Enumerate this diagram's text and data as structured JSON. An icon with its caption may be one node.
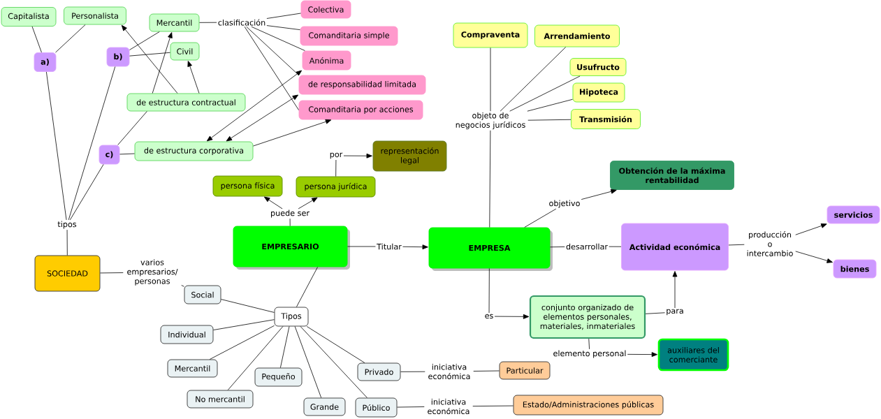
{
  "diagram": {
    "nodes": [
      {
        "text": [
          "Capitalista"
        ]
      },
      {
        "text": [
          "Personalista"
        ]
      },
      {
        "text": [
          "a)"
        ]
      },
      {
        "text": [
          "b)"
        ]
      },
      {
        "text": [
          "Mercantil"
        ]
      },
      {
        "text": [
          "Civil"
        ]
      },
      {
        "text": [
          "de estructura contractual"
        ]
      },
      {
        "text": [
          "c)"
        ]
      },
      {
        "text": [
          "de estructura corporativa"
        ]
      },
      {
        "text": [
          "clasificación"
        ]
      },
      {
        "text": [
          "Colectiva"
        ]
      },
      {
        "text": [
          "Comanditaria simple"
        ]
      },
      {
        "text": [
          "Anónima"
        ]
      },
      {
        "text": [
          "de responsabilidad limitada"
        ]
      },
      {
        "text": [
          "Comanditaria por acciones"
        ]
      },
      {
        "text": [
          "tipos"
        ]
      },
      {
        "text": [
          "SOCIEDAD"
        ]
      },
      {
        "text": [
          "varios empresarios/ personas"
        ]
      },
      {
        "text": [
          "Social"
        ]
      },
      {
        "text": [
          "persona física"
        ]
      },
      {
        "text": [
          "persona jurídica"
        ]
      },
      {
        "text": [
          "puede ser"
        ]
      },
      {
        "text": [
          "por"
        ]
      },
      {
        "text": [
          "representación legal"
        ]
      },
      {
        "text": [
          "EMPRESARIO"
        ]
      },
      {
        "text": [
          "Titular"
        ]
      },
      {
        "text": [
          "EMPRESA"
        ]
      },
      {
        "text": [
          "Compraventa"
        ]
      },
      {
        "text": [
          "Arrendamiento"
        ]
      },
      {
        "text": [
          "Usufructo"
        ]
      },
      {
        "text": [
          "Hipoteca"
        ]
      },
      {
        "text": [
          "Transmisión"
        ]
      },
      {
        "text": [
          "objeto de negocios jurídicos"
        ]
      },
      {
        "text": [
          "Obtención de la máxima rentabilidad"
        ]
      },
      {
        "text": [
          "objetivo"
        ]
      },
      {
        "text": [
          "desarrollar"
        ]
      },
      {
        "text": [
          "Actividad económica"
        ]
      },
      {
        "text": [
          "producción o intercambio"
        ]
      },
      {
        "text": [
          "servicios"
        ]
      },
      {
        "text": [
          "bienes"
        ]
      },
      {
        "text": [
          "es"
        ]
      },
      {
        "text": [
          "conjunto organizado de elementos personales, materiales, inmateriales"
        ]
      },
      {
        "text": [
          "para"
        ]
      },
      {
        "text": [
          "elemento personal"
        ]
      },
      {
        "text": [
          "auxiliares del comerciante"
        ]
      },
      {
        "text": [
          "Tipos"
        ]
      },
      {
        "text": [
          "Individual"
        ]
      },
      {
        "text": [
          "Mercantil"
        ]
      },
      {
        "text": [
          "No mercantil"
        ]
      },
      {
        "text": [
          "Pequeño"
        ]
      },
      {
        "text": [
          "Grande"
        ]
      },
      {
        "text": [
          "Privado"
        ]
      },
      {
        "text": [
          "Público"
        ]
      },
      {
        "text": [
          "iniciativa económica"
        ]
      },
      {
        "text": [
          "Particular"
        ]
      },
      {
        "text": [
          "iniciativa económica"
        ]
      },
      {
        "text": [
          "Estado/Administraciones públicas"
        ]
      }
    ],
    "edges": [
      {
        "from": 16,
        "to": 15,
        "arrow": "none"
      },
      {
        "from": 15,
        "to": 2,
        "arrow": "none"
      },
      {
        "from": 15,
        "to": 3,
        "arrow": "none"
      },
      {
        "from": 15,
        "to": 7,
        "arrow": "none"
      },
      {
        "from": 2,
        "to": 0,
        "arrow": "none"
      },
      {
        "from": 2,
        "to": 1,
        "arrow": "none"
      },
      {
        "from": 3,
        "to": 4,
        "arrow": "none"
      },
      {
        "from": 3,
        "to": 5,
        "arrow": "none"
      },
      {
        "from": 7,
        "to": 6,
        "arrow": "none"
      },
      {
        "from": 7,
        "to": 8,
        "arrow": "none"
      },
      {
        "from": 6,
        "to": 1,
        "arrow": "to"
      },
      {
        "from": 6,
        "to": 4,
        "arrow": "to"
      },
      {
        "from": 6,
        "to": 5,
        "arrow": "to"
      },
      {
        "from": 4,
        "to": 9,
        "arrow": "none"
      },
      {
        "from": 9,
        "to": 10,
        "arrow": "none"
      },
      {
        "from": 9,
        "to": 11,
        "arrow": "none"
      },
      {
        "from": 9,
        "to": 12,
        "arrow": "none"
      },
      {
        "from": 9,
        "to": 13,
        "arrow": "none"
      },
      {
        "from": 9,
        "to": 14,
        "arrow": "none"
      },
      {
        "from": 8,
        "to": 12,
        "arrow": "both"
      },
      {
        "from": 8,
        "to": 13,
        "arrow": "both"
      },
      {
        "from": 8,
        "to": 14,
        "arrow": "to"
      },
      {
        "from": 16,
        "to": 17,
        "arrow": "none"
      },
      {
        "from": 17,
        "to": 18,
        "arrow": "none"
      },
      {
        "from": 24,
        "to": 21,
        "arrow": "none"
      },
      {
        "from": 21,
        "to": 19,
        "arrow": "to"
      },
      {
        "from": 21,
        "to": 20,
        "arrow": "to"
      },
      {
        "from": 20,
        "to": 22,
        "arrow": "none"
      },
      {
        "from": 22,
        "to": 23,
        "arrow": "to"
      },
      {
        "from": 24,
        "to": 25,
        "arrow": "none"
      },
      {
        "from": 25,
        "to": 26,
        "arrow": "to"
      },
      {
        "from": 24,
        "to": 45,
        "arrow": "none"
      },
      {
        "from": 45,
        "to": 18,
        "arrow": "none"
      },
      {
        "from": 45,
        "to": 46,
        "arrow": "none"
      },
      {
        "from": 45,
        "to": 47,
        "arrow": "none"
      },
      {
        "from": 45,
        "to": 48,
        "arrow": "none"
      },
      {
        "from": 45,
        "to": 49,
        "arrow": "none"
      },
      {
        "from": 45,
        "to": 50,
        "arrow": "none"
      },
      {
        "from": 45,
        "to": 51,
        "arrow": "none"
      },
      {
        "from": 45,
        "to": 52,
        "arrow": "none"
      },
      {
        "from": 51,
        "to": 53,
        "arrow": "none"
      },
      {
        "from": 53,
        "to": 54,
        "arrow": "none"
      },
      {
        "from": 52,
        "to": 55,
        "arrow": "none"
      },
      {
        "from": 55,
        "to": 56,
        "arrow": "none"
      },
      {
        "from": 26,
        "to": 32,
        "arrow": "none"
      },
      {
        "from": 32,
        "to": 27,
        "arrow": "none"
      },
      {
        "from": 32,
        "to": 28,
        "arrow": "none"
      },
      {
        "from": 32,
        "to": 29,
        "arrow": "none"
      },
      {
        "from": 32,
        "to": 30,
        "arrow": "none"
      },
      {
        "from": 32,
        "to": 31,
        "arrow": "none"
      },
      {
        "from": 26,
        "to": 34,
        "arrow": "none"
      },
      {
        "from": 34,
        "to": 33,
        "arrow": "to"
      },
      {
        "from": 26,
        "to": 35,
        "arrow": "none"
      },
      {
        "from": 35,
        "to": 36,
        "arrow": "none"
      },
      {
        "from": 36,
        "to": 37,
        "arrow": "none"
      },
      {
        "from": 37,
        "to": 38,
        "arrow": "to"
      },
      {
        "from": 37,
        "to": 39,
        "arrow": "to"
      },
      {
        "from": 26,
        "to": 40,
        "arrow": "none"
      },
      {
        "from": 40,
        "to": 41,
        "arrow": "to"
      },
      {
        "from": 41,
        "to": 42,
        "arrow": "none"
      },
      {
        "from": 42,
        "to": 36,
        "arrow": "to"
      },
      {
        "from": 41,
        "to": 43,
        "arrow": "none"
      },
      {
        "from": 43,
        "to": 44,
        "arrow": "to"
      }
    ]
  }
}
